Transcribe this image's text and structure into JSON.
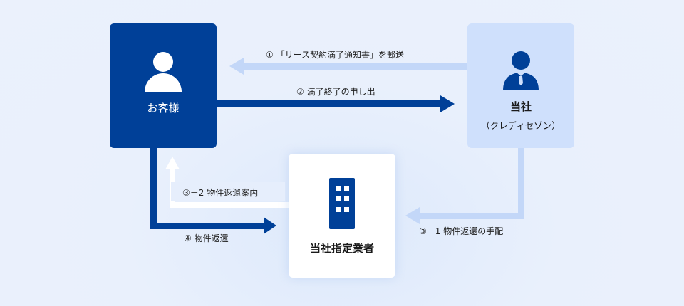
{
  "nodes": {
    "customer": {
      "name": "お客様"
    },
    "company": {
      "name": "当社",
      "sub": "（クレディセゾン）"
    },
    "vendor": {
      "name": "当社指定業者"
    }
  },
  "steps": {
    "s1": "① 「リース契約満了通知書」を郵送",
    "s2": "② 満了終了の申し出",
    "s3_1": "③－1 物件返還の手配",
    "s3_2": "③－2 物件返還案内",
    "s4": "④ 物件返還"
  },
  "colors": {
    "dark": "#004098",
    "light": "#c3d7f8",
    "white": "#ffffff"
  }
}
